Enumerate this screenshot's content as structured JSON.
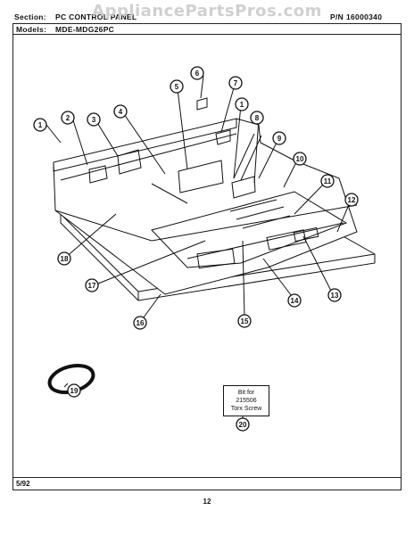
{
  "watermark": "AppliancePartsPros.com",
  "header": {
    "section_label": "Section:",
    "section_value": "PC CONTROL PANEL",
    "pn_label": "P/N",
    "pn_value": "16000340",
    "models_label": "Models:",
    "models_value": "MDE-MDG26PC"
  },
  "callouts": [
    "1",
    "2",
    "3",
    "4",
    "5",
    "6",
    "7",
    "1",
    "8",
    "9",
    "10",
    "11",
    "12",
    "13",
    "14",
    "15",
    "16",
    "17",
    "18",
    "19",
    "20"
  ],
  "bit_box": {
    "line1": "Bit for",
    "line2": "215506",
    "line3": "Torx Screw"
  },
  "footer": {
    "date": "5/92",
    "page": "12"
  },
  "colors": {
    "line": "#111111",
    "paper": "#ffffff",
    "watermark": "#c8c8c8"
  }
}
